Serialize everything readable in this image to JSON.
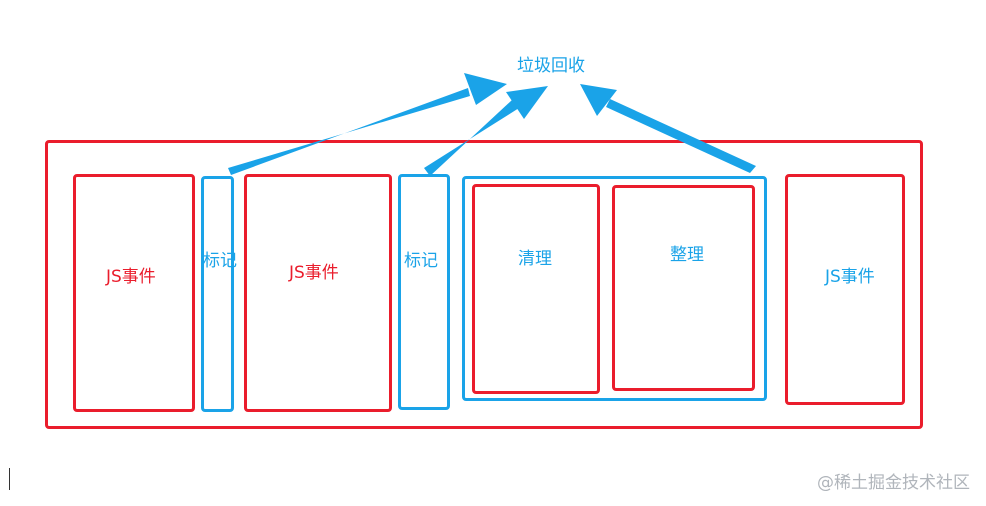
{
  "diagram": {
    "title": "垃圾回收",
    "blocks": [
      {
        "id": "js-event-1",
        "label": "JS事件",
        "kind": "event"
      },
      {
        "id": "mark-1",
        "label": "标记",
        "kind": "mark"
      },
      {
        "id": "js-event-2",
        "label": "JS事件",
        "kind": "event"
      },
      {
        "id": "mark-2",
        "label": "标记",
        "kind": "mark"
      },
      {
        "id": "clean",
        "label": "清理",
        "kind": "event"
      },
      {
        "id": "compact",
        "label": "整理",
        "kind": "event"
      },
      {
        "id": "js-event-3",
        "label": "JS事件",
        "kind": "event"
      }
    ],
    "colors": {
      "event": "#ea1d2c",
      "gc": "#1aa3e8"
    }
  },
  "watermark": "@稀土掘金技术社区"
}
